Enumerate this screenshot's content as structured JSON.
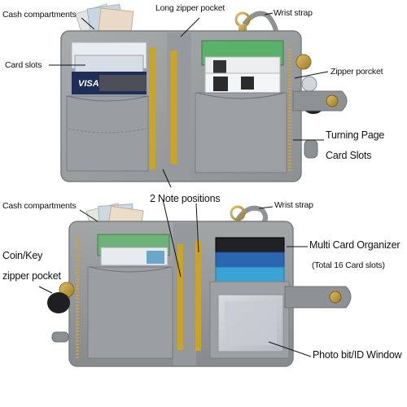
{
  "top_panel": {
    "labels": {
      "cash_compartments": "Cash compartments",
      "long_zipper_pocket": "Long zipper pocket",
      "wrist_strap": "Wrist strap",
      "card_slots": "Card slots",
      "zipper_porcket": "Zipper porcket",
      "turning_page": "Turning Page",
      "card_slots_2": "Card Slots"
    },
    "card_texts": {
      "visa": "VISA"
    }
  },
  "bottom_panel": {
    "labels": {
      "cash_compartments": "Cash compartments",
      "note_positions": "2 Note positions",
      "wrist_strap": "Wrist strap",
      "coin_key": "Coin/Key",
      "zipper_pocket": "zipper pocket",
      "multi_card_organizer": "Multi Card Organizer",
      "total_16": "(Total 16 Card slots)",
      "photo_bit_id_window": "Photo bit/ID Window"
    }
  },
  "colors": {
    "leather": "#9ea2a3",
    "leather_dark": "#7f8486",
    "zipper_yellow": "#c9a42a",
    "gold_metal": "#c8a046",
    "background": "#ffffff"
  }
}
